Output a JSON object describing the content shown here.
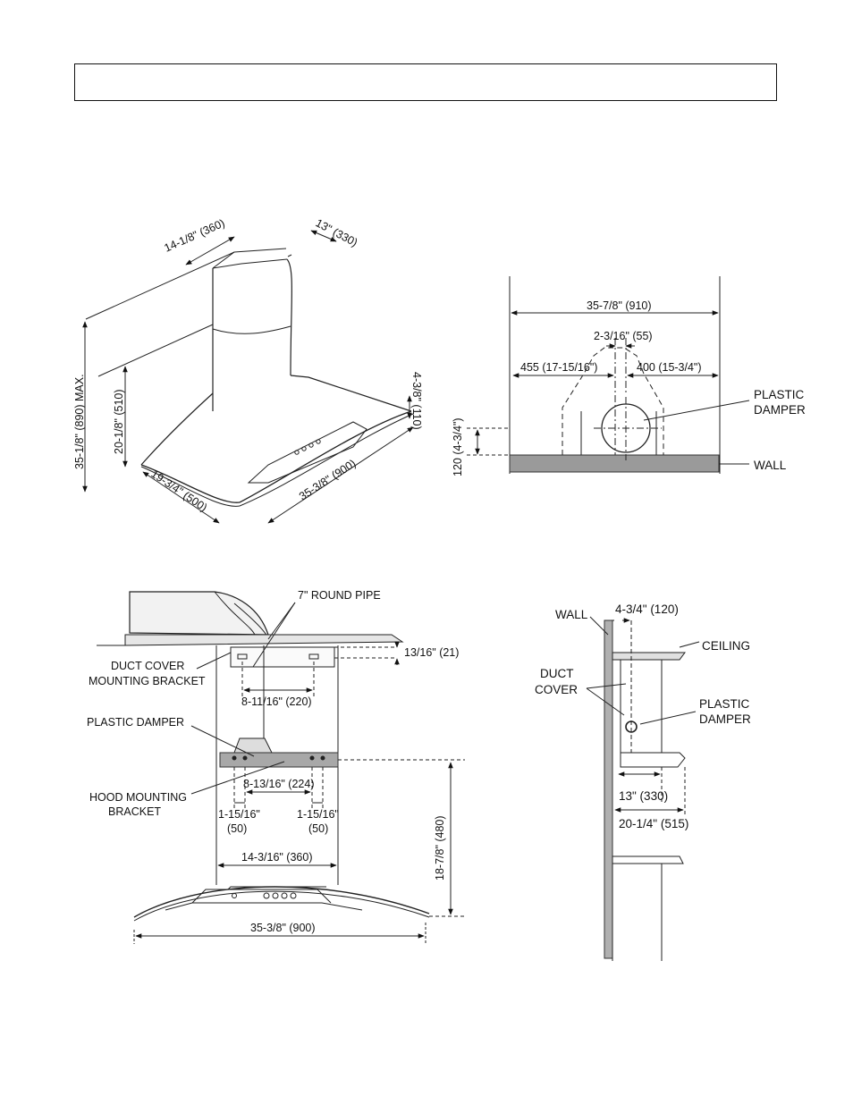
{
  "header_box_text": "",
  "iso": {
    "dim_top_width": "14-1/8\" (360)",
    "dim_top_depth": "13\" (330)",
    "dim_max_height": "35-1/8\" (890) MAX.",
    "dim_min_height": "20-1/8\" (510)",
    "dim_hood_height": "4-3/8\" (110)",
    "dim_depth": "19-3/4\" (500)",
    "dim_width": "35-3/8\" (900)"
  },
  "plan": {
    "dim_total": "35-7/8\" (910)",
    "dim_offset": "2-3/16\" (55)",
    "dim_left": "455 (17-15/16\")",
    "dim_right": "400 (15-3/4\")",
    "dim_height": "120 (4-3/4\")",
    "label_damper_line1": "PLASTIC",
    "label_damper_line2": "DAMPER",
    "label_wall": "WALL"
  },
  "front": {
    "label_pipe": "7\" ROUND PIPE",
    "label_duct_bracket_line1": "DUCT COVER",
    "label_duct_bracket_line2": "MOUNTING BRACKET",
    "dim_gap": "13/16\" (21)",
    "dim_bracket_spacing": "8-11/16\" (220)",
    "label_damper": "PLASTIC DAMPER",
    "label_hood_bracket_line1": "HOOD MOUNTING",
    "label_hood_bracket_line2": "BRACKET",
    "dim_hood_bracket": "8-13/16\" (224)",
    "dim_hole_left_line1": "1-15/16\"",
    "dim_hole_left_line2": "(50)",
    "dim_hole_right_line1": "1-15/16\"",
    "dim_hole_right_line2": "(50)",
    "dim_chimney_width": "14-3/16\" (360)",
    "dim_height": "18-7/8\" (480)",
    "dim_width": "35-3/8\" (900)"
  },
  "side": {
    "label_wall": "WALL",
    "dim_offset": "4-3/4\" (120)",
    "label_ceiling": "CEILING",
    "label_duct_line1": "DUCT",
    "label_duct_line2": "COVER",
    "label_damper_line1": "PLASTIC",
    "label_damper_line2": "DAMPER",
    "dim_chimney_depth": "13\" (330)",
    "dim_hood_depth": "20-1/4\" (515)"
  }
}
